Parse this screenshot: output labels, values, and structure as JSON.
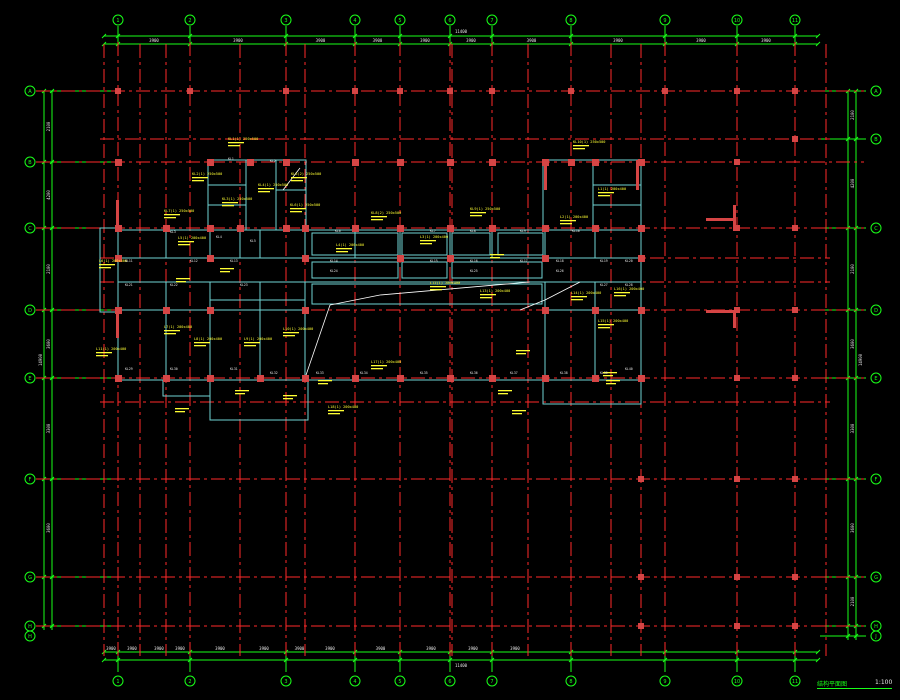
{
  "colors": {
    "background": "#000000",
    "grid": "#ff2a2a",
    "dimension": "#19ff19",
    "wall": "#6fd3d3",
    "column": "#d64545",
    "annotation": "#ffff33",
    "text": "#e6e6e6"
  },
  "axes_top": [
    "1",
    "2",
    "3",
    "4",
    "5",
    "6",
    "7",
    "8",
    "9",
    "10",
    "11"
  ],
  "axes_bottom": [
    "1",
    "2",
    "3",
    "4",
    "5",
    "6",
    "7",
    "8",
    "9",
    "10",
    "11"
  ],
  "axes_left": [
    "A",
    "B",
    "C",
    "D",
    "E",
    "F",
    "G",
    "H"
  ],
  "axes_right": [
    "A",
    "B",
    "C",
    "D",
    "E",
    "F",
    "G",
    "H",
    "J"
  ],
  "dim_top_overall": "11400",
  "dim_top": [
    "3900",
    "3900",
    "3900",
    "3900",
    "3900",
    "3900",
    "3900",
    "3900",
    "3900",
    "3900"
  ],
  "dim_bottom_overall": "11400",
  "dim_bottom": [
    "3900",
    "3900",
    "3900",
    "3900",
    "3900",
    "3900",
    "3900",
    "3900",
    "3900",
    "3900",
    "3900",
    "3900"
  ],
  "dim_left_overall": "14900",
  "dim_left": [
    "2100",
    "4200",
    "2100",
    "3600",
    "3300",
    "3600"
  ],
  "dim_right_overall": "14900",
  "dim_right": [
    "2100",
    "4200",
    "2100",
    "3600",
    "3300",
    "3600",
    "2100"
  ],
  "beam_notes": [
    "KL1(1) 250x500",
    "KL2(1) 250x500",
    "KL3(1) 250x500",
    "KL4(1) 250x500",
    "KL5(2) 250x500",
    "KL6(1) 250x500",
    "KL7(1) 250x500",
    "KL8(2) 250x500",
    "KL9(1) 250x500",
    "KL10(1) 250x500",
    "L1(1) 200x400",
    "L2(1) 200x400",
    "L3(1) 200x400",
    "L4(1) 200x400",
    "L5(1) 200x400",
    "L6(1) 200x400",
    "L7(1) 200x400",
    "L8(1) 200x400",
    "L9(1) 200x400",
    "L10(1) 200x400",
    "L11(1) 200x400",
    "L12(1) 200x400",
    "L13(1) 200x400",
    "L14(1) 200x400",
    "L15(1) 200x400",
    "L16(1) 200x400",
    "L17(1) 200x400",
    "L18(1) 200x400"
  ],
  "small_tags": [
    "KL1",
    "KL2",
    "KL3",
    "KL4",
    "KL5",
    "KL6",
    "KL7",
    "KL8",
    "KL9",
    "KL10",
    "KL11",
    "KL12",
    "KL13",
    "KL14",
    "KL15",
    "KL16",
    "KL17",
    "KL18",
    "KL19",
    "KL20",
    "KL21",
    "KL22",
    "KL23",
    "KL24",
    "KL25",
    "KL26",
    "KL27",
    "KL28",
    "KL29",
    "KL30",
    "KL31",
    "KL32",
    "KL33",
    "KL34",
    "KL35",
    "KL36",
    "KL37",
    "KL38",
    "KL39",
    "KL40"
  ],
  "title_block": {
    "name": "结构平面图",
    "scale": "1:100"
  }
}
